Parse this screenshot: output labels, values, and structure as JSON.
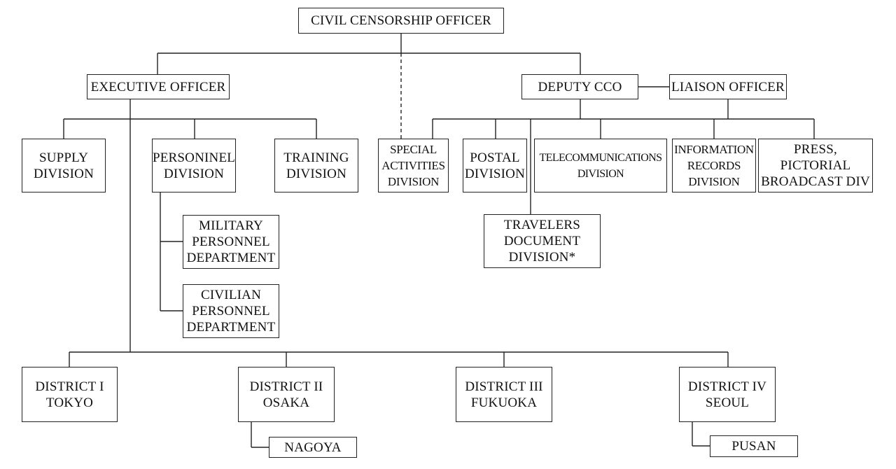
{
  "nodes": {
    "cco": "CIVIL CENSORSHIP OFFICER",
    "exec": "EXECUTIVE OFFICER",
    "deputy": "DEPUTY  CCO",
    "liaison": "LIAISON OFFICER",
    "supply": "SUPPLY\nDIVISION",
    "personnel": "PERSONINEL\nDIVISION",
    "training": "TRAINING\nDIVISION",
    "military": "MILITARY\nPERSONNEL\nDEPARTMENT",
    "civilian": "CIVILIAN\nPERSONNEL\nDEPARTMENT",
    "special": "SPECIAL\nACTIVITIES\nDIVISION",
    "postal": "POSTAL\nDIVISION",
    "telecom": "TELECOMMUNICATIONS\nDIVISION",
    "info": "INFORMATION\nRECORDS\nDIVISION",
    "press": "PRESS, PICTORIAL\nBROADCAST DIV",
    "travelers": "TRAVELERS\nDOCUMENT\nDIVISION*",
    "d1": "DISTRICT I\nTOKYO",
    "d2": "DISTRICT II\nOSAKA",
    "d3": "DISTRICT III\nFUKUOKA",
    "d4": "DISTRICT IV\nSEOUL",
    "nagoya": "NAGOYA",
    "pusan": "PUSAN"
  }
}
